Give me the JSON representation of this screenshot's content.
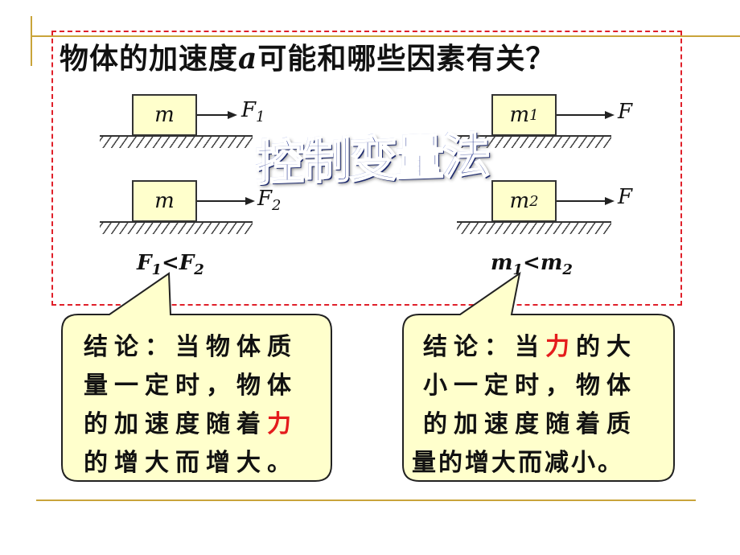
{
  "question": {
    "before": "物体的加速度",
    "var": "a",
    "after": "可能和哪些因素有关？"
  },
  "method": "控制变量法",
  "left_experiment": {
    "top": {
      "mass": "m",
      "force": "F",
      "force_sub": "1"
    },
    "bottom": {
      "mass": "m",
      "force": "F",
      "force_sub": "2"
    },
    "comparison": {
      "a": "F",
      "a_sub": "1",
      "op": "<",
      "b": "F",
      "b_sub": "2"
    }
  },
  "right_experiment": {
    "top": {
      "mass": "m",
      "mass_sub": "1",
      "force": "F"
    },
    "bottom": {
      "mass": "m",
      "mass_sub": "2",
      "force": "F"
    },
    "comparison": {
      "a": "m",
      "a_sub": "1",
      "op": "<",
      "b": "m",
      "b_sub": "2"
    }
  },
  "conclusion_left": {
    "line1": "结论：当物体质",
    "line2": "量一定时，物体",
    "line3_a": "的加速度随着",
    "line3_red": "力",
    "line4": "的增大而增大。"
  },
  "conclusion_right": {
    "line1_a": "结论：当",
    "line1_red": "力",
    "line1_b": "的大",
    "line2": "小一定时，物体",
    "line3": "的加速度随着质",
    "line4": "量的增大而减小。"
  },
  "colors": {
    "accent_rule": "#c9a43a",
    "dashed_border": "#e0202a",
    "block_fill": "#ffffcc",
    "callout_fill": "#ffffcc",
    "highlight": "#e41c1c",
    "method_blue": "#2e3f95"
  }
}
